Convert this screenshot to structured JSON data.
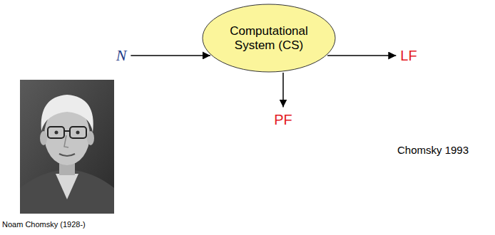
{
  "diagram": {
    "nodes": [
      {
        "text": [
          "N"
        ]
      },
      {
        "text": [
          "Computational System (CS)"
        ]
      },
      {
        "text": [
          "LF"
        ]
      },
      {
        "text": [
          "PF"
        ]
      }
    ],
    "edges": [
      {
        "from": 0,
        "to": 1,
        "arrow": "to"
      },
      {
        "from": 1,
        "to": 2,
        "arrow": "to"
      },
      {
        "from": 1,
        "to": 3,
        "arrow": "to"
      }
    ],
    "labels": [
      "Chomsky 1993",
      "Noam Chomsky (1928-)"
    ]
  }
}
